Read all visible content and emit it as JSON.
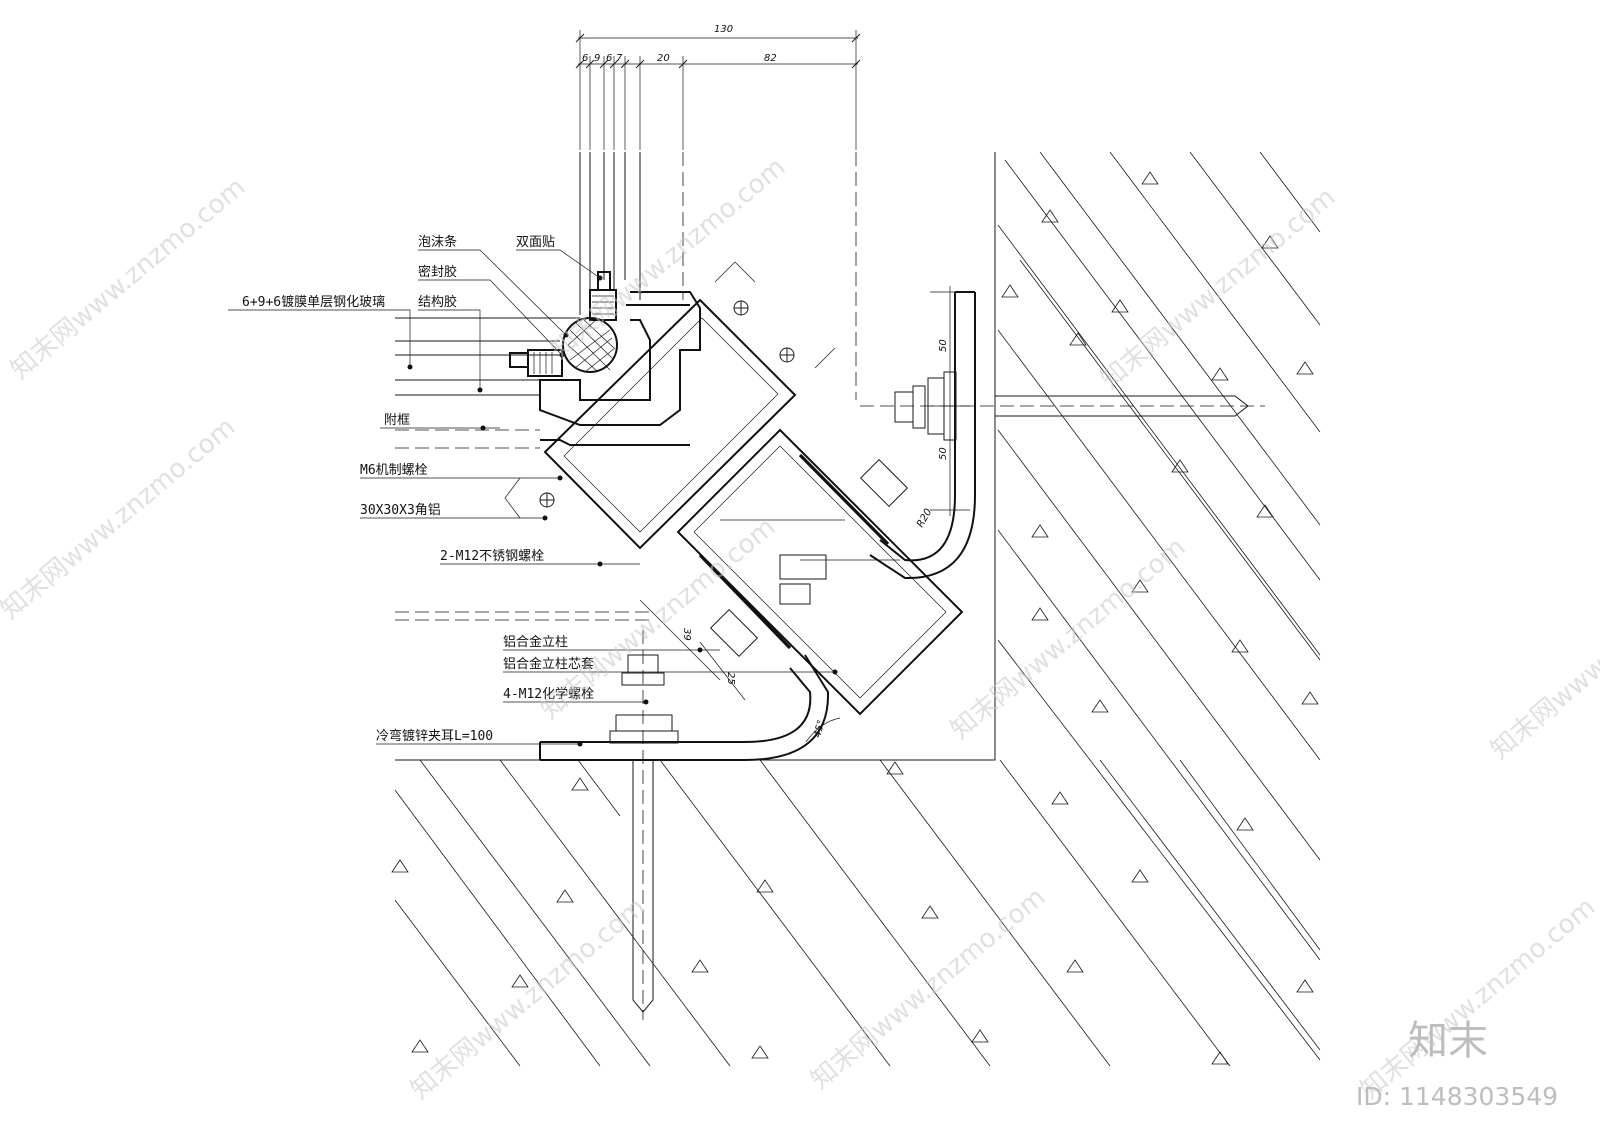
{
  "labels": {
    "foam_strip": "泡沫条",
    "double_tape": "双面贴",
    "sealant": "密封胶",
    "glass": "6+9+6镀膜单层钢化玻璃",
    "structural_glue": "结构胶",
    "sub_frame": "附框",
    "m6_bolt": "M6机制螺栓",
    "angle_al": "30X30X3角铝",
    "m12_ss_bolt": "2-M12不锈钢螺栓",
    "mullion": "铝合金立柱",
    "mullion_sleeve": "铝合金立柱芯套",
    "chem_bolt": "4-M12化学螺栓",
    "bracket": "冷弯镀锌夹耳L=100"
  },
  "dimensions": {
    "total": "130",
    "d6a": "6",
    "d9": "9",
    "d6b": "6",
    "d7": "7",
    "d20": "20",
    "d82": "82",
    "v50a": "50",
    "v50b": "50",
    "r20": "R20",
    "d39": "39",
    "d25": "25",
    "angle45": "45°"
  },
  "watermark": {
    "text": "知末网www.znzmo.com",
    "brand": "知末",
    "id": "ID: 1148303549"
  }
}
